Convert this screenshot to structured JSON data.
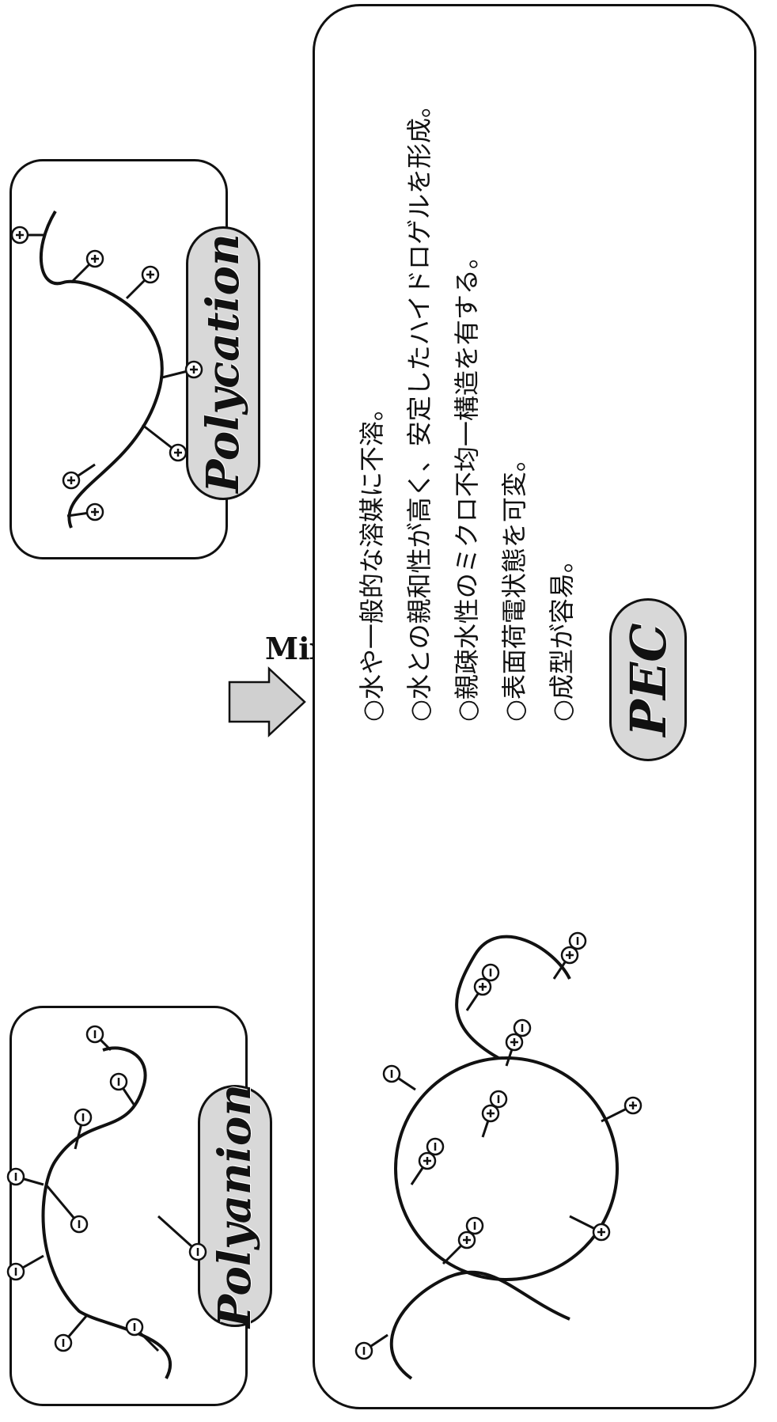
{
  "polyanion": {
    "label": "Polyanion",
    "charge": "-"
  },
  "polycation": {
    "label": "Polycation",
    "charge": "+"
  },
  "mixing": {
    "label": "Mixing"
  },
  "pec": {
    "label": "PEC",
    "properties": [
      "○水や一般的な溶媒に不溶。",
      "○水との親和性が高く、安定したハイドロゲルを形成。",
      "○親疎水性のミクロ不均一構造を有する。",
      "○表面荷電状態を可変。",
      "○成型が容易。"
    ]
  },
  "colors": {
    "line": "#111111",
    "pill_fill": "#d8d8d8",
    "arrow_fill": "#d0d0d0"
  }
}
